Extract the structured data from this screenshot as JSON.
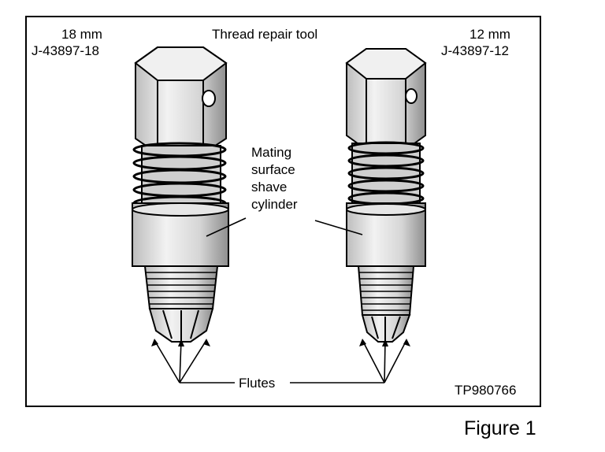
{
  "title": "Thread repair tool",
  "left_tool": {
    "size": "18 mm",
    "part_number": "J-43897-18"
  },
  "right_tool": {
    "size": "12 mm",
    "part_number": "J-43897-12"
  },
  "callouts": {
    "mating_surface": [
      "Mating",
      "surface",
      "shave",
      "cylinder"
    ],
    "flutes": "Flutes"
  },
  "reference_code": "TP980766",
  "caption": "Figure 1"
}
